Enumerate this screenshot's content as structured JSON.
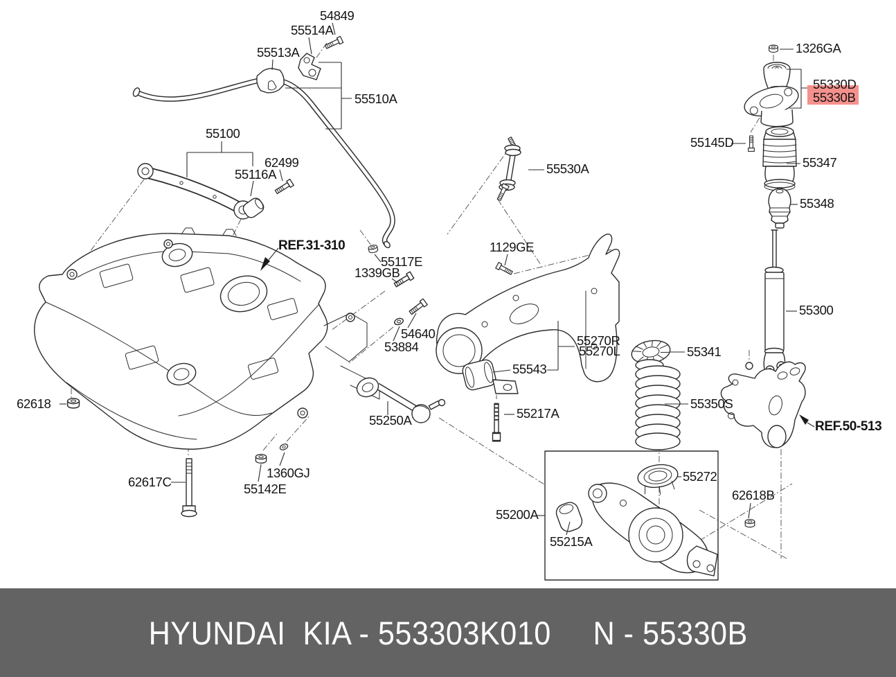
{
  "banner": {
    "left": "HYUNDAI  KIA - 553303K010",
    "right": "N - 55330B"
  },
  "colors": {
    "highlight": "#f5918c",
    "highlight_text": "#8e2426",
    "banner_bg": "#636363",
    "banner_text": "#ffffff",
    "line": "#2b2b2b"
  },
  "labels": {
    "54849": "54849",
    "55514A": "55514A",
    "55513A": "55513A",
    "55510A": "55510A",
    "55100": "55100",
    "62499": "62499",
    "55116A": "55116A",
    "ref31310": "REF.31-310",
    "55117E": "55117E",
    "1339GB": "1339GB",
    "1129GE": "1129GE",
    "55530A": "55530A",
    "54640": "54640",
    "53884": "53884",
    "55270R": "55270R",
    "55270L": "55270L",
    "55543": "55543",
    "55217A": "55217A",
    "55250A": "55250A",
    "62618": "62618",
    "62617C": "62617C",
    "1360GJ": "1360GJ",
    "55142E": "55142E",
    "55200A": "55200A",
    "55215A": "55215A",
    "55272": "55272",
    "55341": "55341",
    "55350S": "55350S",
    "62618B": "62618B",
    "1326GA": "1326GA",
    "55330D": "55330D",
    "55330B": "55330B",
    "55145D": "55145D",
    "55347": "55347",
    "55348": "55348",
    "55300": "55300",
    "ref50513": "REF.50-513"
  }
}
